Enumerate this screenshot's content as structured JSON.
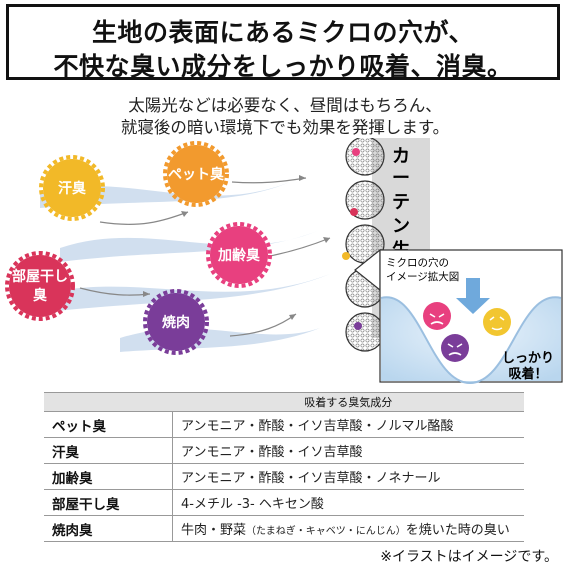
{
  "header": {
    "line1": "生地の表面にあるミクロの穴が、",
    "line2": "不快な臭い成分をしっかり吸着、消臭。"
  },
  "subtitle": {
    "line1": "太陽光などは必要なく、昼間はもちろん、",
    "line2": "就寝後の暗い環境下でも効果を発揮します。"
  },
  "odors": {
    "sweat": "汗臭",
    "pet": "ペット臭",
    "aging": "加齢臭",
    "indoor_line1": "部屋干し",
    "indoor_line2": "臭",
    "bbq": "焼肉"
  },
  "curtain_label": "カーテン生地",
  "magnify": {
    "title_line1": "ミクロの穴の",
    "title_line2": "イメージ拡大図",
    "caption_line1": "しっかり",
    "caption_line2": "吸着！"
  },
  "table": {
    "header": "吸着する臭気成分",
    "rows": [
      {
        "name": "ペット臭",
        "components": "アンモニア・酢酸・イソ吉草酸・ノルマル酪酸"
      },
      {
        "name": "汗臭",
        "components": "アンモニア・酢酸・イソ吉草酸"
      },
      {
        "name": "加齢臭",
        "components": "アンモニア・酢酸・イソ吉草酸・ノネナール"
      },
      {
        "name": "部屋干し臭",
        "components": "4-メチル -3- ヘキセン酸"
      }
    ],
    "last_row": {
      "name": "焼肉臭",
      "pre": "牛肉・野菜",
      "small": "（たまねぎ・キャベツ・にんじん）",
      "post": "を焼いた時の臭い"
    }
  },
  "note": "※イラストはイメージです。",
  "colors": {
    "sweat": "#f2b928",
    "pet": "#f29a2e",
    "aging": "#e8407f",
    "indoor": "#d9345a",
    "bbq": "#7a3d99",
    "wind": "#b9cfe6",
    "curtain_panel": "#d9d9d9",
    "magnify_bg": "#cfe3f4"
  }
}
